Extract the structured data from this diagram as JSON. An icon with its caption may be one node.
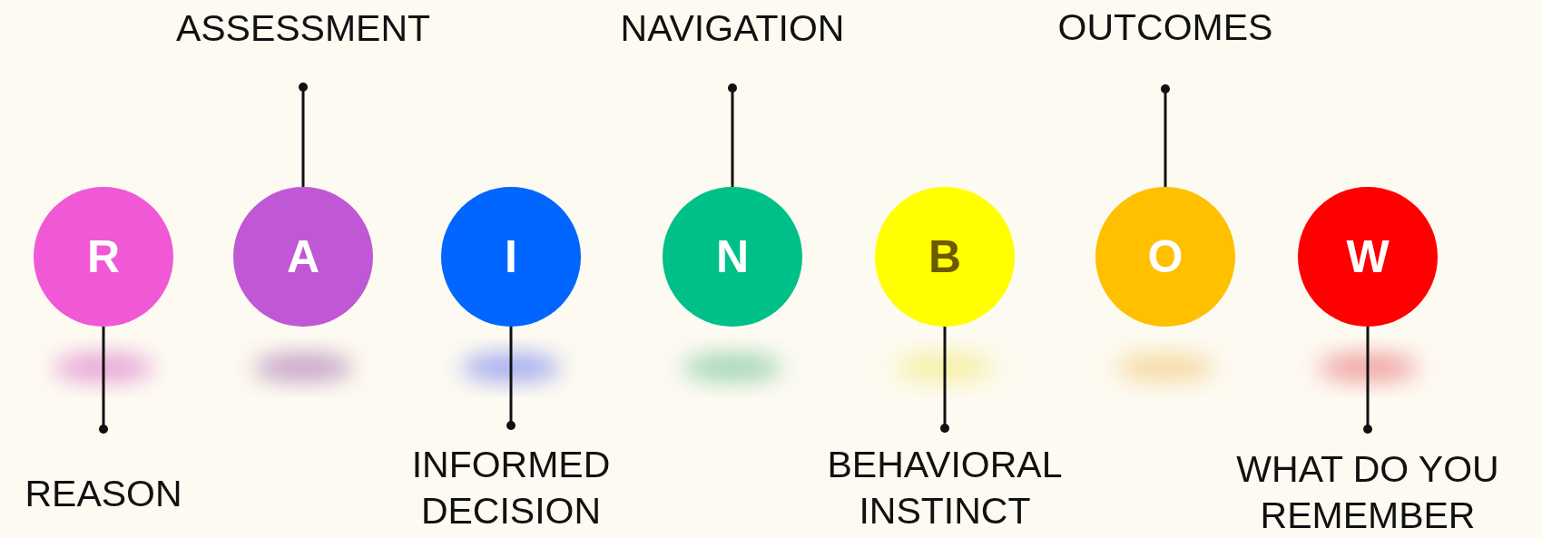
{
  "diagram": {
    "nodes": [
      {
        "text": [
          "R"
        ]
      },
      {
        "text": [
          "A"
        ]
      },
      {
        "text": [
          "I"
        ]
      },
      {
        "text": [
          "N"
        ]
      },
      {
        "text": [
          "B"
        ]
      },
      {
        "text": [
          "O"
        ]
      },
      {
        "text": [
          "W"
        ]
      },
      {
        "text": [
          "REASON"
        ]
      },
      {
        "text": [
          "ASSESSMENT"
        ]
      },
      {
        "text": [
          "INFORMED DECISION"
        ]
      },
      {
        "text": [
          "NAVIGATION"
        ]
      },
      {
        "text": [
          "BEHAVIORAL INSTINCT"
        ]
      },
      {
        "text": [
          "OUTCOMES"
        ]
      },
      {
        "text": [
          "WHAT DO YOU REMEMBER"
        ]
      }
    ],
    "edges": [
      {
        "from": 7,
        "to": 0,
        "arrow": "other"
      },
      {
        "from": 8,
        "to": 1,
        "arrow": "other"
      },
      {
        "from": 9,
        "to": 2,
        "arrow": "other"
      },
      {
        "from": 10,
        "to": 3,
        "arrow": "other"
      },
      {
        "from": 11,
        "to": 4,
        "arrow": "other"
      },
      {
        "from": 12,
        "to": 5,
        "arrow": "other"
      },
      {
        "from": 13,
        "to": 6,
        "arrow": "other"
      }
    ]
  }
}
